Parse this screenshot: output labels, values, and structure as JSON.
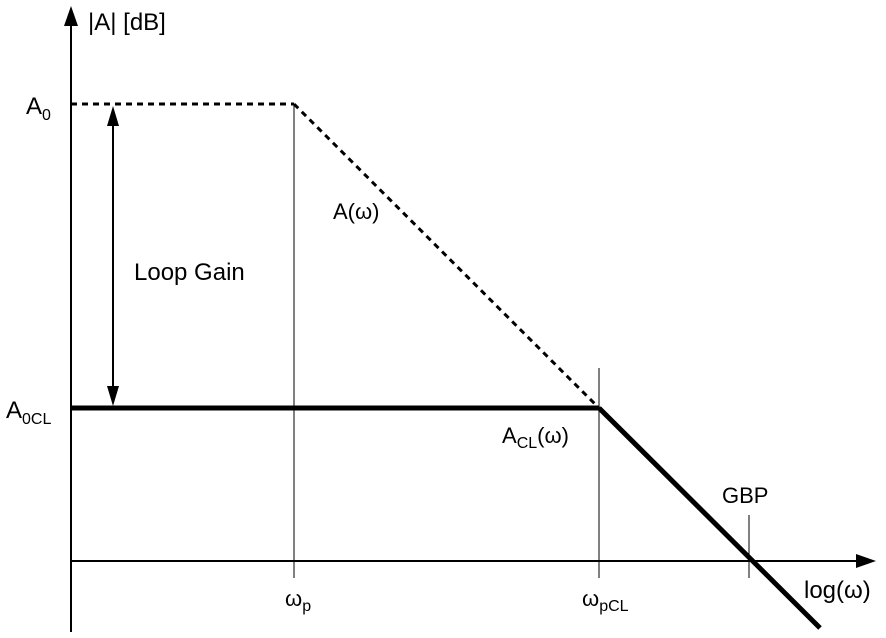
{
  "axes": {
    "y_label": "|A| [dB]",
    "x_label": "log(ω)"
  },
  "y_ticks": {
    "a0": {
      "main": "A",
      "sub": "0"
    },
    "a0cl": {
      "main": "A",
      "sub": "0CL"
    }
  },
  "x_ticks": {
    "wp": {
      "main": "ω",
      "sub": "p"
    },
    "wpcl": {
      "main": "ω",
      "sub": "pCL"
    }
  },
  "curves": {
    "open_loop": "A(ω)",
    "closed_loop": {
      "main": "A",
      "sub": "CL",
      "tail": "(ω)"
    }
  },
  "annotations": {
    "loop_gain": "Loop Gain",
    "gbp": "GBP"
  },
  "colors": {
    "ink": "#000000",
    "background": "#ffffff"
  }
}
